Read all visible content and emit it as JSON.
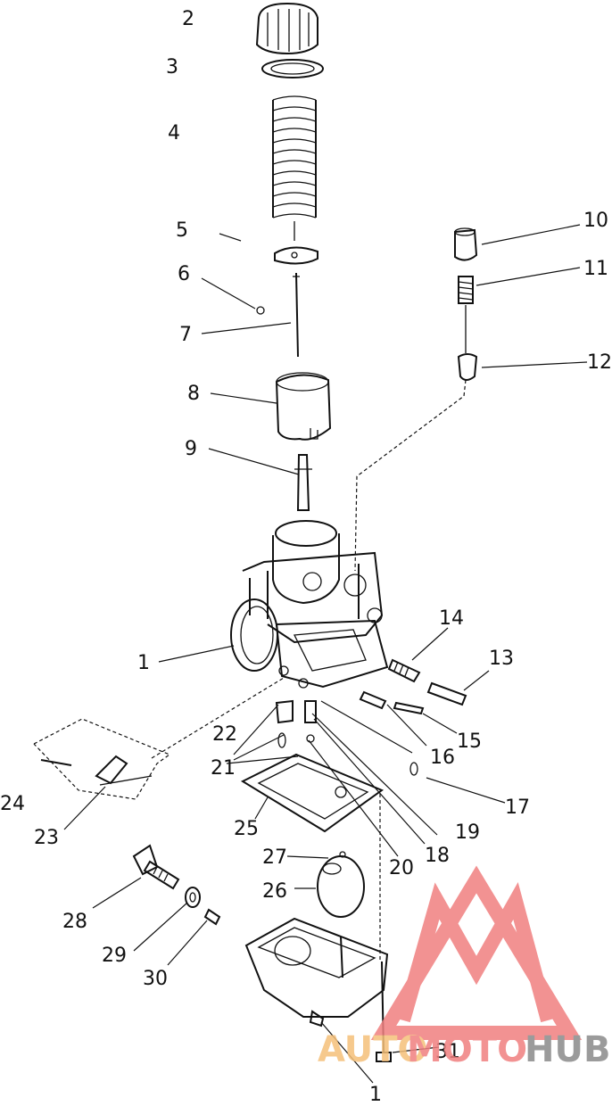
{
  "diagram": {
    "callouts": [
      "1",
      "2",
      "3",
      "4",
      "5",
      "6",
      "7",
      "8",
      "9",
      "10",
      "11",
      "12",
      "13",
      "14",
      "15",
      "16",
      "17",
      "18",
      "19",
      "20",
      "21",
      "22",
      "23",
      "24",
      "25",
      "26",
      "27",
      "28",
      "29",
      "30",
      "31"
    ],
    "body_callout_2": "1"
  },
  "watermark": {
    "text_auto": "AUTO",
    "text_moto": "MOTO",
    "text_hub": "HUB",
    "color_primary": "#f08080",
    "color_secondary": "#f5c07a",
    "color_hub": "#8a8a8a"
  }
}
